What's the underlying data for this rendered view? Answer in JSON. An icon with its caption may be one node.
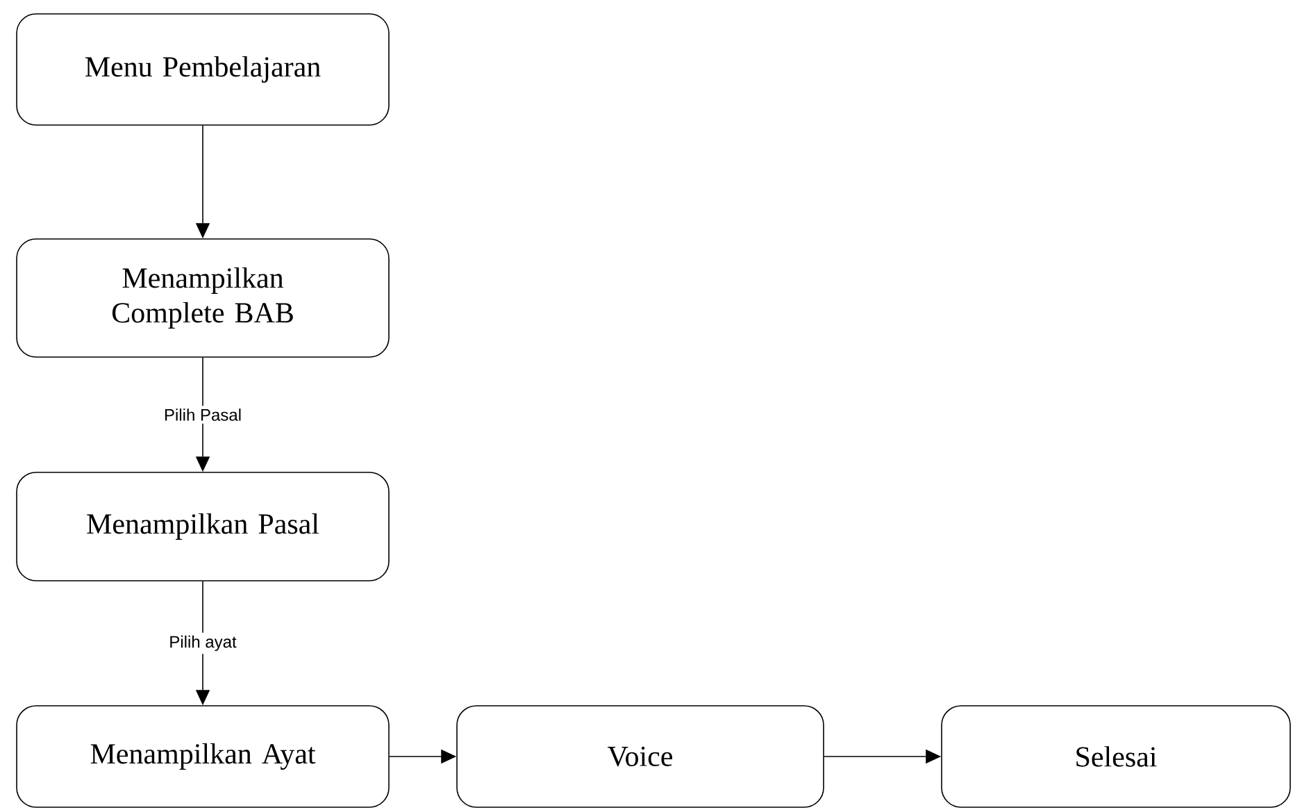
{
  "diagram": {
    "nodes": [
      {
        "text": [
          "Menu Pembelajaran"
        ]
      },
      {
        "text": [
          "Menampilkan Complete BAB"
        ]
      },
      {
        "text": [
          "Menampilkan Pasal"
        ]
      },
      {
        "text": [
          "Menampilkan Ayat"
        ]
      },
      {
        "text": [
          "Voice"
        ]
      },
      {
        "text": [
          "Selesai"
        ]
      }
    ],
    "edges": [
      {
        "from": 0,
        "to": 1,
        "arrow": "to"
      },
      {
        "from": 1,
        "to": 2,
        "arrow": "to",
        "label": "Pilih Pasal"
      },
      {
        "from": 2,
        "to": 3,
        "arrow": "to",
        "label": "Pilih ayat"
      },
      {
        "from": 3,
        "to": 4,
        "arrow": "to"
      },
      {
        "from": 4,
        "to": 5,
        "arrow": "to"
      }
    ]
  }
}
